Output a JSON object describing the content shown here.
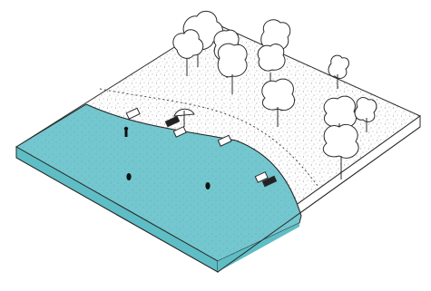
{
  "diagram": {
    "subject": "isometric-beach-block",
    "colors": {
      "water": "#74c7cf",
      "water_dark": "#4fb2ba",
      "sand": "#ffffff",
      "stipple": "#6f6f6f",
      "line": "#2a2a2a",
      "tree_fill": "#ffffff"
    },
    "elements": {
      "trees": 12,
      "beach_towels": 5,
      "umbrellas": 1,
      "sunbeds": 2,
      "people_on_sand": 1,
      "swimmers": 2
    }
  }
}
